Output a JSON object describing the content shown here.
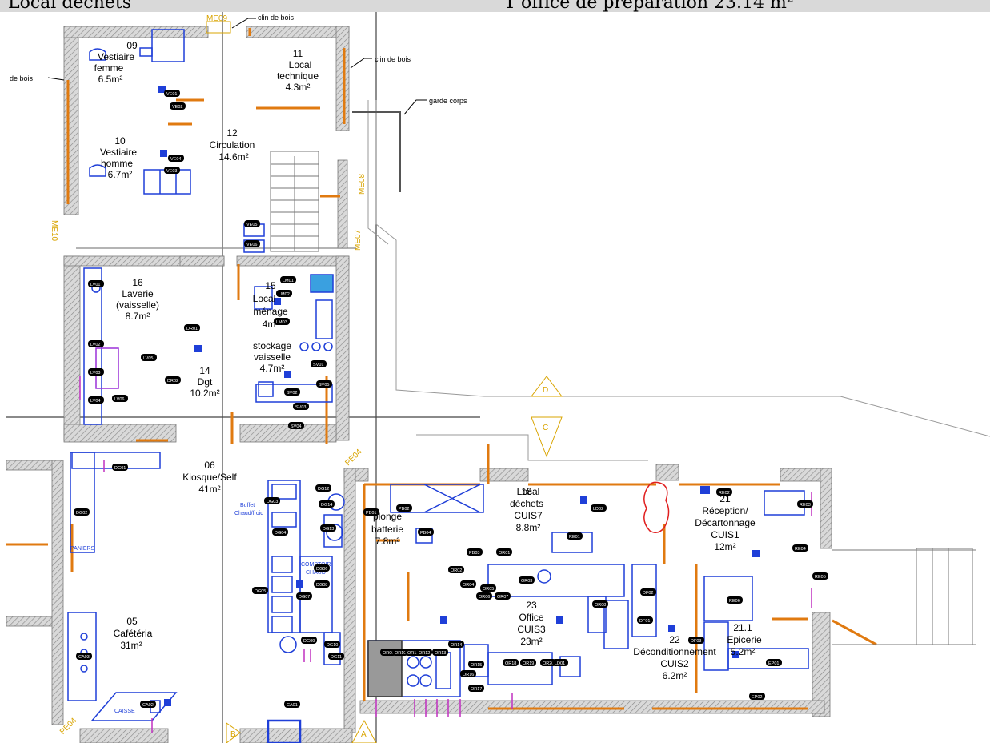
{
  "header": {
    "left_text": "Local déchets",
    "right_text": "1 office de préparation 23.14 m²"
  },
  "callouts": {
    "clin_top": "clin de bois",
    "clin_right": "clin de bois",
    "de_bois": "de bois",
    "garde_corps": "garde corps"
  },
  "room_labels": {
    "r09": [
      "09",
      "Vestiaire",
      "femme",
      "6.5m²"
    ],
    "r10": [
      "10",
      "Vestiaire",
      "homme",
      "6.7m²"
    ],
    "r11": [
      "11",
      "Local",
      "technique",
      "4.3m²"
    ],
    "r12": [
      "12",
      "Circulation",
      "14.6m²"
    ],
    "r16": [
      "16",
      "Laverie",
      "(vaisselle)",
      "8.7m²"
    ],
    "r14": [
      "14",
      "Dgt",
      "10.2m²"
    ],
    "r15": [
      "15",
      "Local",
      "ménage",
      "4m²"
    ],
    "r15s": [
      "stockage",
      "vaisselle",
      "4.7m²"
    ],
    "r06": [
      "06",
      "Kiosque/Self",
      "41m²"
    ],
    "r05": [
      "05",
      "Cafétéria",
      "31m²"
    ],
    "r18": [
      "18",
      "Local",
      "déchets",
      "CUIS7",
      "8.8m²"
    ],
    "rpl": [
      "plonge",
      "batterie",
      "7.8m²"
    ],
    "r23": [
      "23",
      "Office",
      "CUIS3",
      "23m²"
    ],
    "r21": [
      "21",
      "Réception/",
      "Décartonnage",
      "CUIS1",
      "12m²"
    ],
    "r211": [
      "21.1",
      "Epicerie",
      "5.2m²"
    ],
    "r22": [
      "22",
      "Déconditionnement",
      "CUIS2",
      "6.2m²"
    ]
  },
  "equipment_labels": {
    "buffet": [
      "Buffet",
      "Chaud/froid"
    ],
    "comptoir": [
      "COMPTOIR",
      "CHAUD"
    ],
    "paniers": "PANIERS",
    "caisse": "CAISSE"
  },
  "grid_markers": [
    "D",
    "C",
    "B",
    "A"
  ],
  "elevation_codes": [
    "ME09",
    "ME08",
    "ME07",
    "ME10",
    "PE04",
    "PE04"
  ],
  "equipment_tags": [
    "VE01",
    "VE02",
    "VE03",
    "VE04",
    "VE05",
    "VE06",
    "LM01",
    "LM02",
    "LM03",
    "LV01",
    "LV02",
    "LV03",
    "LV04",
    "LV05",
    "LV06",
    "DR01",
    "DR02",
    "SV01",
    "SV02",
    "SV03",
    "SV04",
    "SV05",
    "DG01",
    "DG02",
    "DG03",
    "DG04",
    "DG05",
    "DG06",
    "DG07",
    "DG08",
    "DG09",
    "DG10",
    "DG11",
    "DG12",
    "DG13",
    "DG14",
    "PB01",
    "PB02",
    "PB03",
    "PB04",
    "OR01",
    "OR02",
    "OR03",
    "OR04",
    "OR05",
    "OR06",
    "OR07",
    "OR08",
    "OR09",
    "OR10",
    "OR11",
    "OR12",
    "OR13",
    "OR14",
    "OR15",
    "OR16",
    "OR17",
    "OR18",
    "OR19",
    "OR20",
    "LD01",
    "LD02",
    "RE01",
    "RE02",
    "RE03",
    "RE04",
    "RE05",
    "RE06",
    "EP01",
    "EP02",
    "DF01",
    "DF02",
    "DF03",
    "CA01",
    "CA02",
    "CA03"
  ]
}
